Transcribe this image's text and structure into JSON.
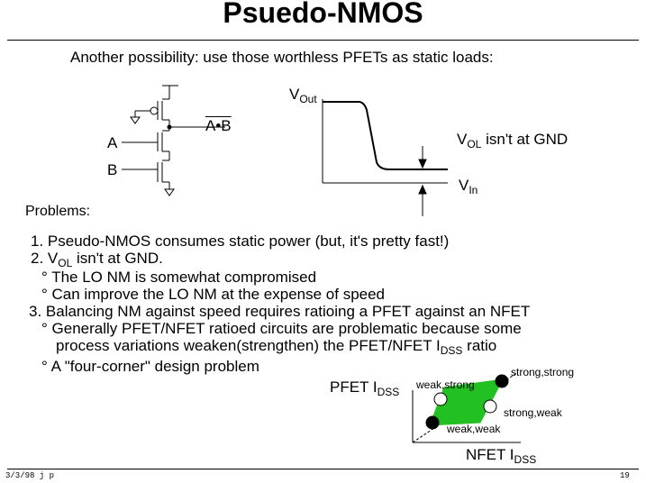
{
  "slide": {
    "title": "Psuedo-NMOS",
    "intro": "Another possibility:  use those worthless PFETs as static loads:",
    "footer_left": "3/3/98 j p",
    "footer_right": "19"
  },
  "circuit": {
    "output_label": "A•B",
    "input_a": "A",
    "input_b": "B"
  },
  "vtc": {
    "vout": "V",
    "vout_sub": "Out",
    "vol": "V",
    "vol_sub": "OL",
    "vol_rest": " isn't at GND",
    "vin": "V",
    "vin_sub": "In"
  },
  "problems": {
    "heading": "Problems:",
    "item1": "1.  Pseudo-NMOS consumes static power (but, it's pretty fast!)",
    "item2_a": "2.  V",
    "item2_sub": "OL",
    "item2_b": "  isn't at GND.",
    "item2_1": "° The LO NM is somewhat compromised",
    "item2_2": "° Can improve the LO NM at the expense of speed",
    "item3": "3. Balancing NM against speed requires ratioing a PFET against an NFET",
    "item3_1a": "° Generally PFET/NFET ratioed circuits are problematic because some",
    "item3_1b": "process variations weaken(strengthen) the PFET/NFET I",
    "item3_1b_sub": "DSS",
    "item3_1b_tail": " ratio",
    "item3_2": "° A \"four-corner\" design problem"
  },
  "corner_plot": {
    "ylabel": "PFET I",
    "ylabel_sub": "DSS",
    "xlabel": "NFET I",
    "xlabel_sub": "DSS",
    "corners": {
      "weak_strong": "weak,strong",
      "strong_strong": "strong,strong",
      "strong_weak": "strong,weak",
      "weak_weak": "weak,weak"
    },
    "fill_color": "#22c022"
  }
}
